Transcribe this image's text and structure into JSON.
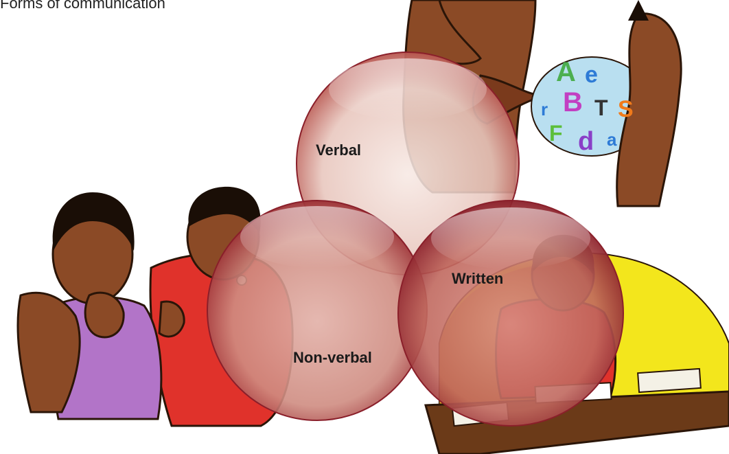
{
  "title": "Forms of communication",
  "diagram": {
    "circles": [
      {
        "id": "verbal",
        "label": "Verbal"
      },
      {
        "id": "nonverbal",
        "label": "Non-verbal"
      },
      {
        "id": "written",
        "label": "Written"
      }
    ]
  },
  "illustrations": {
    "mouth_ear": {
      "letters": [
        "A",
        "e",
        "B",
        "r",
        "T",
        "S",
        "F",
        "d",
        "a"
      ]
    }
  },
  "colors": {
    "circle_fill": "#d9a9a2",
    "circle_rim": "#8a1f2a",
    "skin": "#8b4a26",
    "shirt_red": "#e0322b",
    "top_purple": "#b274c8",
    "sun_yellow": "#f3e61c"
  }
}
